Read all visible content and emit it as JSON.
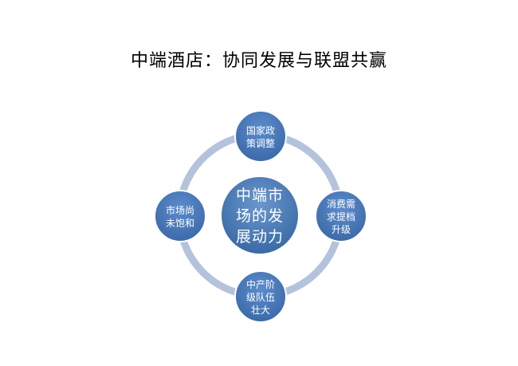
{
  "title": "中端酒店：协同发展与联盟共赢",
  "center": {
    "label": "中端市\n场的发\n展动力"
  },
  "nodes": [
    {
      "label": "国家政\n策调整"
    },
    {
      "label": "消费需\n求提档\n升级"
    },
    {
      "label": "中产阶\n级队伍\n壮大"
    },
    {
      "label": "市场尚\n未饱和"
    }
  ],
  "colors": {
    "ring": "#b4c2dc",
    "node_fill": "#4f81bd",
    "node_stroke": "#ffffff",
    "text": "#ffffff"
  }
}
